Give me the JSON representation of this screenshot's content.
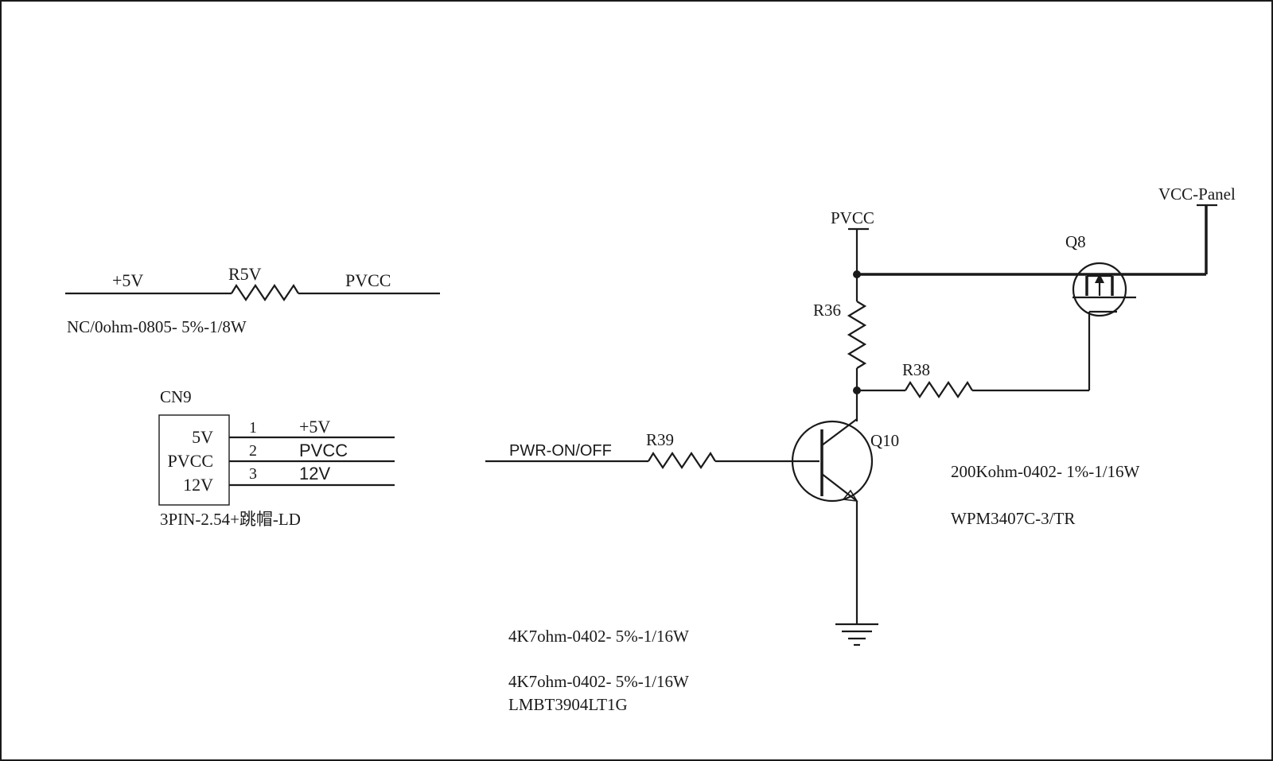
{
  "colors": {
    "ink": "#1a1a1a",
    "paper": "#ffffff"
  },
  "r5v": {
    "left_net": "+5V",
    "ref": "R5V",
    "right_net": "PVCC",
    "value": "NC/0ohm-0805-  5%-1/8W"
  },
  "cn9": {
    "ref": "CN9",
    "body_labels": [
      "5V",
      "PVCC",
      "12V"
    ],
    "pins": [
      {
        "num": "1",
        "net": "+5V"
      },
      {
        "num": "2",
        "net": "PVCC"
      },
      {
        "num": "3",
        "net": "12V"
      }
    ],
    "footprint": "3PIN-2.54+跳帽-LD"
  },
  "control": {
    "input_net": "PWR-ON/OFF",
    "r39_ref": "R39",
    "r36_ref": "R36",
    "r38_ref": "R38",
    "q10_ref": "Q10",
    "q8_ref": "Q8",
    "pvcc_net": "PVCC",
    "vcc_panel_net": "VCC-Panel",
    "r38_value": "200Kohm-0402-  1%-1/16W",
    "q8_part": "WPM3407C-3/TR",
    "r39_value": "4K7ohm-0402-  5%-1/16W",
    "r36_value": "4K7ohm-0402-  5%-1/16W",
    "q10_part": "LMBT3904LT1G"
  },
  "icons": [
    "resistor-symbol",
    "npn-transistor-symbol",
    "p-mosfet-symbol",
    "ground-symbol",
    "power-port-symbol",
    "junction-dot"
  ]
}
